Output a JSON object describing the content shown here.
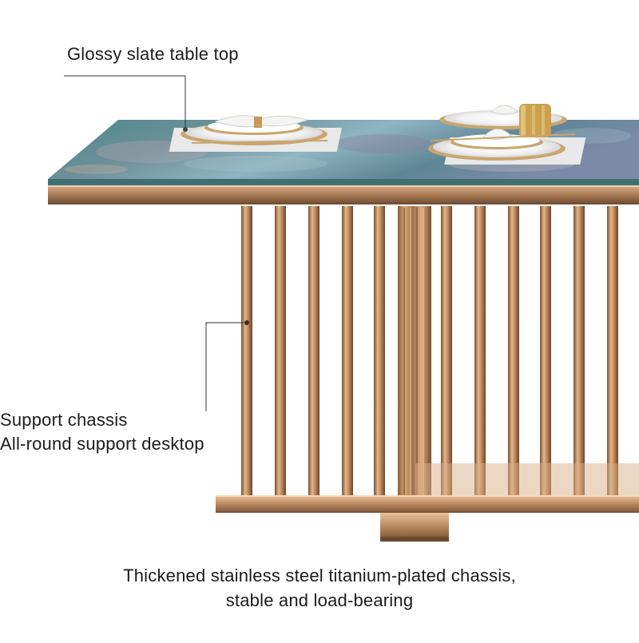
{
  "callouts": {
    "tabletop_label": "Glossy slate table top",
    "chassis_label_line1": "Support chassis",
    "chassis_label_line2": "All-round support desktop"
  },
  "caption": {
    "line1": "Thickened stainless steel titanium-plated chassis,",
    "line2": "stable and load-bearing"
  },
  "colors": {
    "background": "#ffffff",
    "text": "#1c1c1c",
    "gold": "#b8895a",
    "slate": "#4f8a8f"
  }
}
